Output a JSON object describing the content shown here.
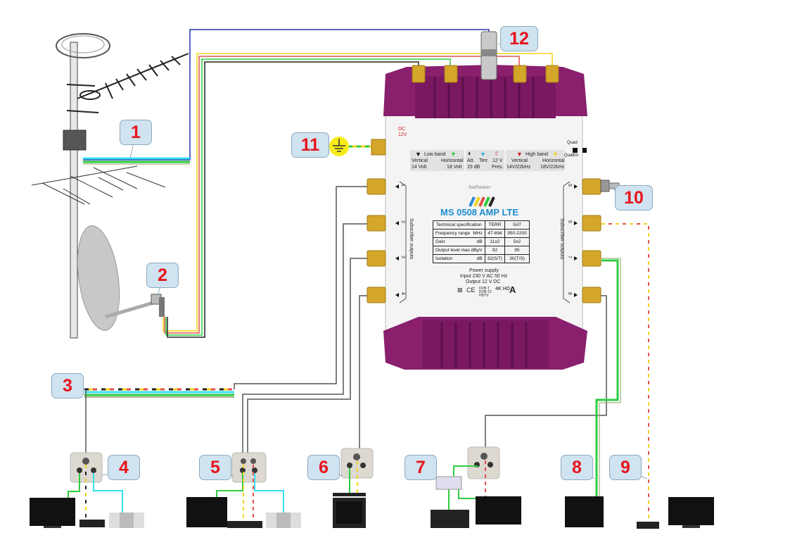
{
  "callouts": [
    {
      "id": "1",
      "label": "1",
      "refers_to": "terrestrial-antenna-cable"
    },
    {
      "id": "2",
      "label": "2",
      "refers_to": "satellite-lnb"
    },
    {
      "id": "3",
      "label": "3",
      "refers_to": "distribution-cable-bundle"
    },
    {
      "id": "4",
      "label": "4",
      "refers_to": "outlet-tv-receiver-radio"
    },
    {
      "id": "5",
      "label": "5",
      "refers_to": "dual-outlet-tv-receiver-radio"
    },
    {
      "id": "6",
      "label": "6",
      "refers_to": "outlet-tv-two-receivers"
    },
    {
      "id": "7",
      "label": "7",
      "refers_to": "splitter-tv-radio"
    },
    {
      "id": "8",
      "label": "8",
      "refers_to": "direct-tv-connection"
    },
    {
      "id": "9",
      "label": "9",
      "refers_to": "direct-receiver-connection"
    },
    {
      "id": "10",
      "label": "10",
      "refers_to": "terminator-plug"
    },
    {
      "id": "11",
      "label": "11",
      "refers_to": "ground-connection"
    },
    {
      "id": "12",
      "label": "12",
      "refers_to": "terrestrial-input-connector"
    }
  ],
  "multiswitch": {
    "brand": "SatPartner",
    "model": "MS 0508 AMP LTE",
    "dc_label": "DC\n12V",
    "mode_switch": {
      "top": "Quad",
      "bottom": "Quattro"
    },
    "inputs_panel": {
      "low_band": {
        "title": "Low band",
        "vertical_label": "Vertical",
        "vertical_value": "14 Volt",
        "horizontal_label": "Horizontal",
        "horizontal_value": "18 Volt"
      },
      "terr": {
        "att_label": "Att.",
        "att_value": "15 dB",
        "terr_label": "Terr.",
        "power_label": "12 V",
        "pres_label": "Pres."
      },
      "high_band": {
        "title": "High band",
        "vertical_label": "Vertical",
        "vertical_value": "14V/22kHz",
        "horizontal_label": "Horizontal",
        "horizontal_value": "18V/22kHz"
      }
    },
    "outputs_left_label": "Subscriber outputs",
    "outputs_right_label": "Subscriber outputs",
    "output_numbers_left": [
      "1",
      "2",
      "3",
      "4"
    ],
    "output_numbers_right": [
      "5",
      "6",
      "7",
      "8"
    ],
    "spec_table": {
      "headers": [
        "Technical specification",
        "TERR",
        "SAT"
      ],
      "rows": [
        {
          "param": "Frequency range",
          "unit": "MHz",
          "terr": "47-694",
          "sat": "950-2200"
        },
        {
          "param": "Gain",
          "unit": "dB",
          "terr": "11±2",
          "sat": "5±2"
        },
        {
          "param": "Output level max.",
          "unit": "dBμV",
          "terr": "82",
          "sat": "95"
        },
        {
          "param": "Isolation",
          "unit": "dB",
          "terr": "32(S/T)",
          "sat": "30(T/S)"
        }
      ]
    },
    "power": {
      "title": "Power supply",
      "input": "Input 230 V  AC  50 Hz",
      "output": "Output 12 V  DC"
    },
    "badges": [
      "CE",
      "DVB-T DVB-T2 HDTV",
      "4K HD",
      "A"
    ]
  },
  "colors": {
    "housing": "#8a1f6e",
    "housing_dark": "#6d1557",
    "connector": "#d4a62a",
    "callout_bg": "#cfe3f1",
    "callout_text": "#e8141c",
    "wire_blue": "#2233aa",
    "wire_yellow": "#f2d31c",
    "wire_red": "#e0504c",
    "wire_green": "#2ecc40",
    "wire_black": "#222222",
    "wire_cyan": "#35e0f0",
    "wire_gray": "#555555",
    "ground": "#f7ec1a"
  }
}
